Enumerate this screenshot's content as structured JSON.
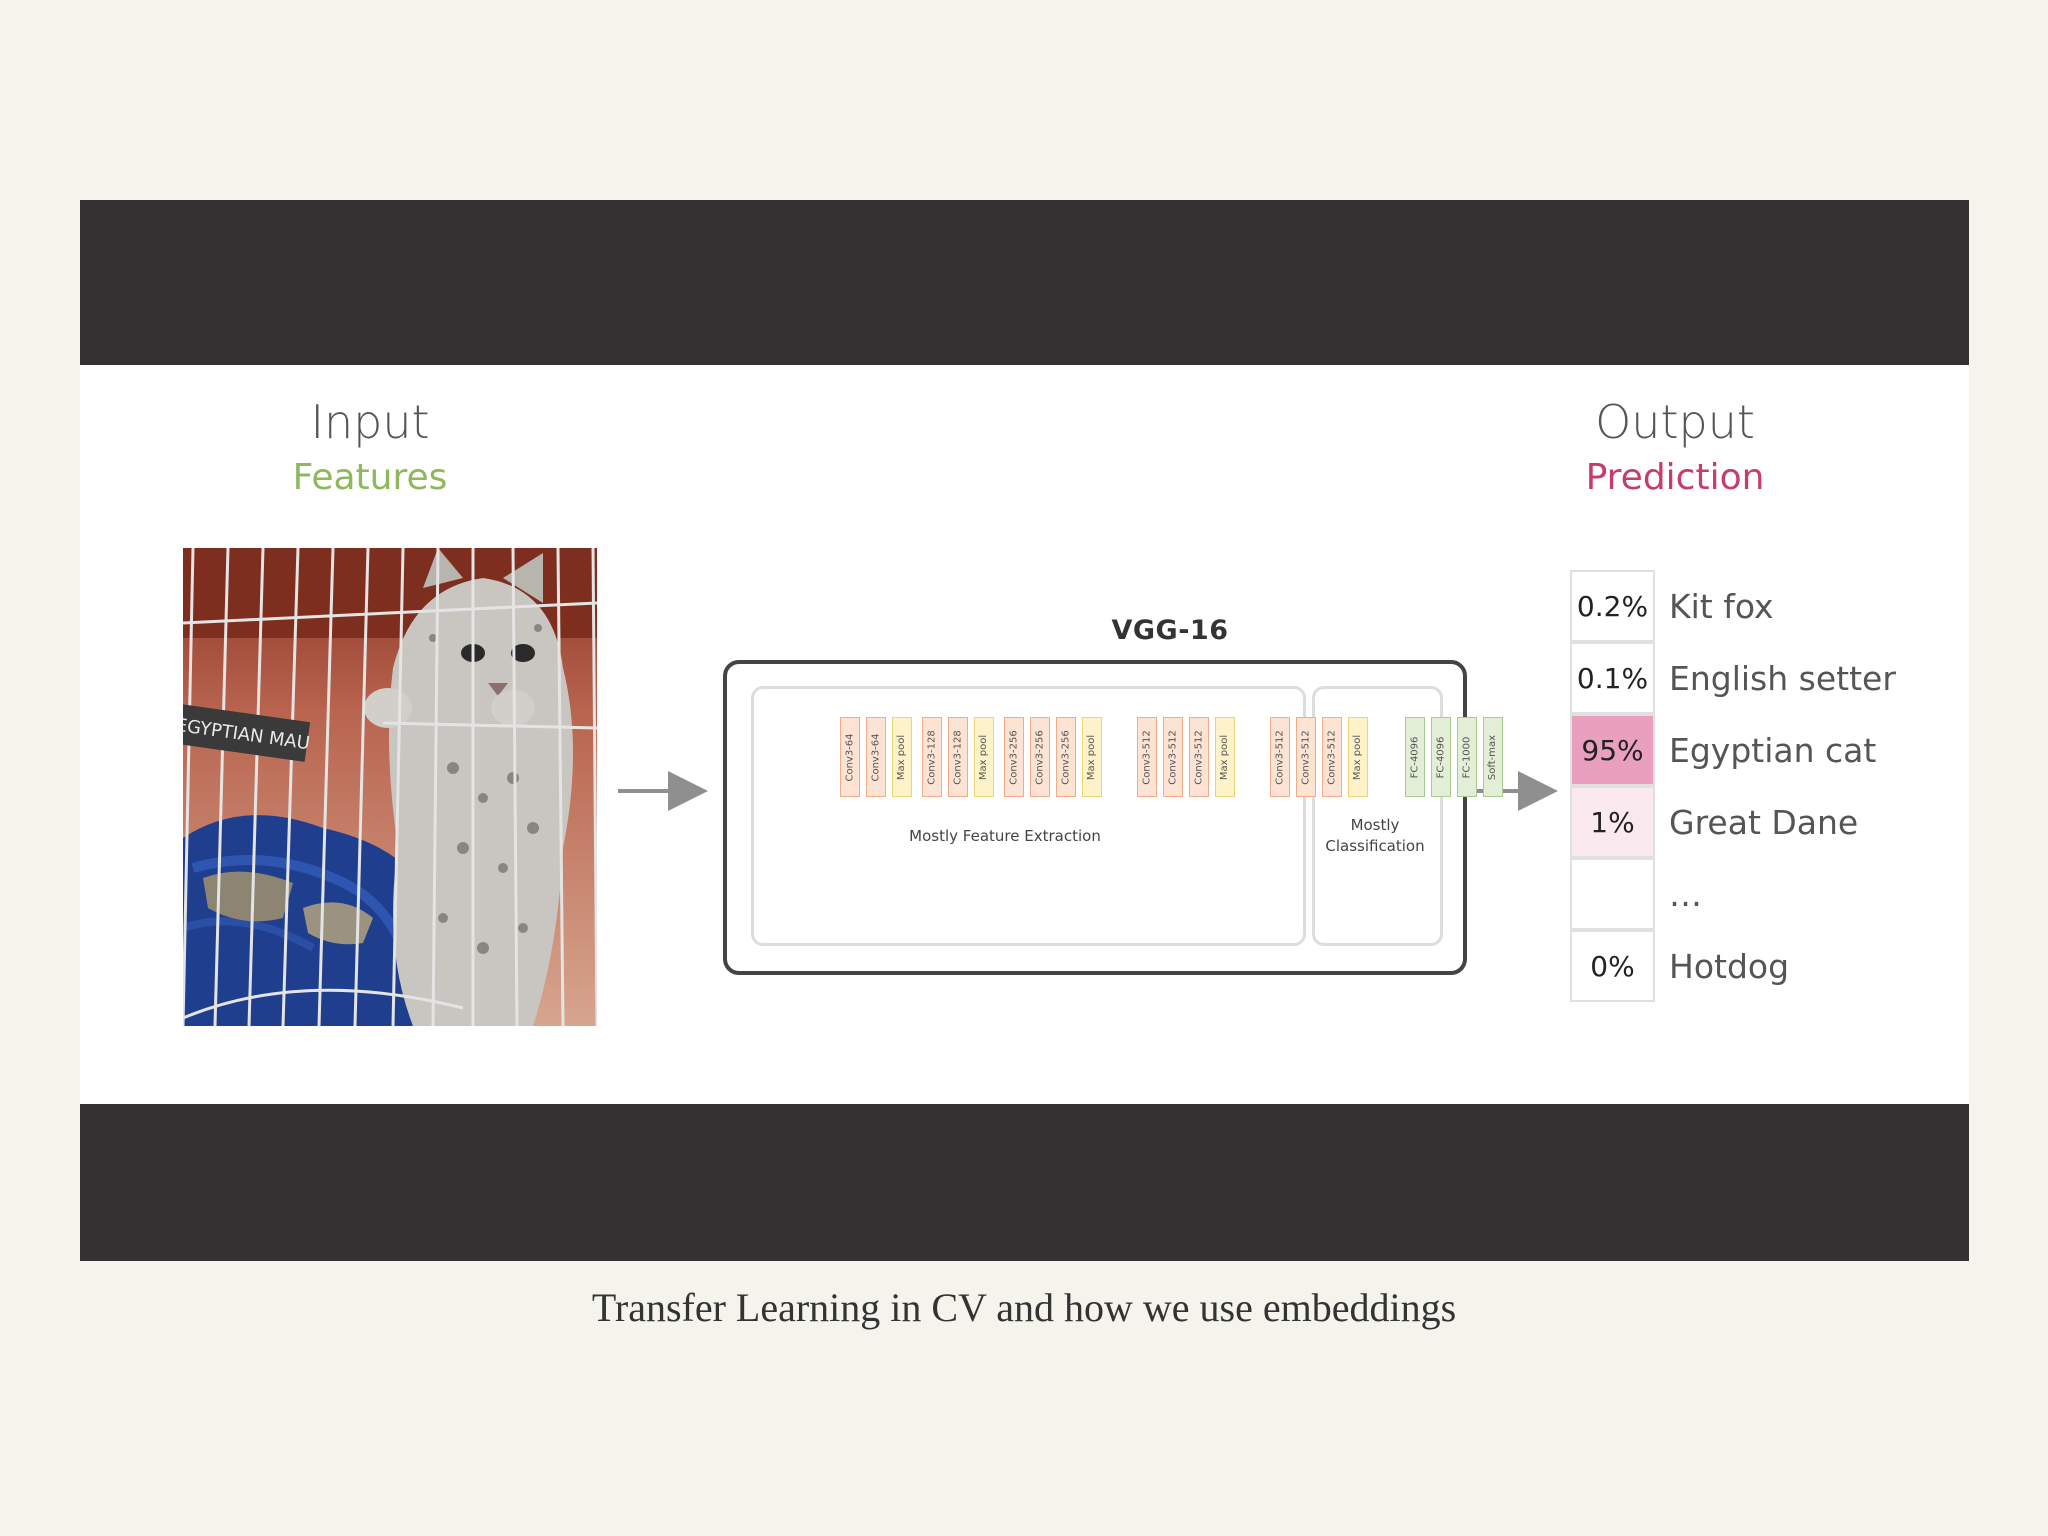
{
  "input": {
    "title": "Input",
    "subtitle": "Features"
  },
  "output": {
    "title": "Output",
    "subtitle": "Prediction"
  },
  "photo": {
    "sign_text": "EGYPTIAN MAU"
  },
  "model": {
    "name": "VGG-16",
    "feature_label": "Mostly Feature Extraction",
    "classification_label": [
      "Mostly",
      "Classification"
    ],
    "layers": [
      "Conv3-64",
      "Conv3-64",
      "Max pool",
      "Conv3-128",
      "Conv3-128",
      "Max pool",
      "Conv3-256",
      "Conv3-256",
      "Conv3-256",
      "Max pool",
      "Conv3-512",
      "Conv3-512",
      "Conv3-512",
      "Max pool",
      "Conv3-512",
      "Conv3-512",
      "Conv3-512",
      "Max pool",
      "FC-4096",
      "FC-4096",
      "FC-1000",
      "Soft-max"
    ]
  },
  "predictions": [
    {
      "pct": "0.2%",
      "label": "Kit fox",
      "highlight": "none"
    },
    {
      "pct": "0.1%",
      "label": "English setter",
      "highlight": "none"
    },
    {
      "pct": "95%",
      "label": "Egyptian cat",
      "highlight": "strong"
    },
    {
      "pct": "1%",
      "label": "Great Dane",
      "highlight": "light"
    },
    {
      "pct": "",
      "label": "…",
      "highlight": "none"
    },
    {
      "pct": "0%",
      "label": "Hotdog",
      "highlight": "none"
    }
  ],
  "colors": {
    "features_green": "#8fb85c",
    "prediction_pink": "#c83c6b",
    "highlight_strong": "#e8a0be",
    "highlight_light": "#fbe9f0"
  },
  "caption": "Transfer Learning in CV and how we use embeddings"
}
